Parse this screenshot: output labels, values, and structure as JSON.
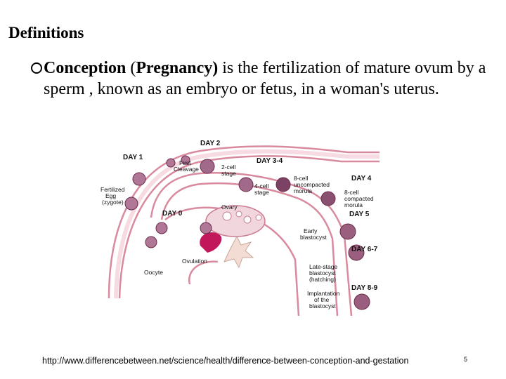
{
  "slide": {
    "title": "Definitions",
    "bullet": {
      "term1": "Conception",
      "paren_open": " (",
      "term2": "Pregnancy)",
      "rest": " is the fertilization of mature ovum by a sperm , known as an embryo or fetus, in a woman's uterus."
    },
    "source_url": "http://www.differencebetween.net/science/health/difference-between-conception-and-gestation",
    "page_number": "5"
  },
  "diagram": {
    "labels": {
      "day2": "DAY 2",
      "day1": "DAY 1",
      "day34": "DAY 3-4",
      "day4": "DAY 4",
      "day0": "DAY 0",
      "day5": "DAY 5",
      "day67": "DAY 6-7",
      "day89": "DAY 8-9",
      "first_cleavage_1": "First",
      "first_cleavage_2": "Cleavage",
      "two_cell_1": "2-cell",
      "two_cell_2": "stage",
      "four_cell_1": "4-cell",
      "four_cell_2": "stage",
      "eight_uncompacted_1": "8-cell",
      "eight_uncompacted_2": "uncompacted",
      "eight_uncompacted_3": "morula",
      "eight_compacted_1": "8-cell",
      "eight_compacted_2": "compacted",
      "eight_compacted_3": "morula",
      "fert_egg_1": "Fertilized",
      "fert_egg_2": "Egg",
      "fert_egg_3": "(zygote)",
      "ovary": "Ovary",
      "early_blast_1": "Early",
      "early_blast_2": "blastocyst",
      "ovulation": "Ovulation",
      "oocyte": "Oocyte",
      "late_blast_1": "Late-stage",
      "late_blast_2": "blastocyst",
      "late_blast_3": "(hatching)",
      "implant_1": "Implantation",
      "implant_2": "of the",
      "implant_3": "blastocyst"
    }
  }
}
